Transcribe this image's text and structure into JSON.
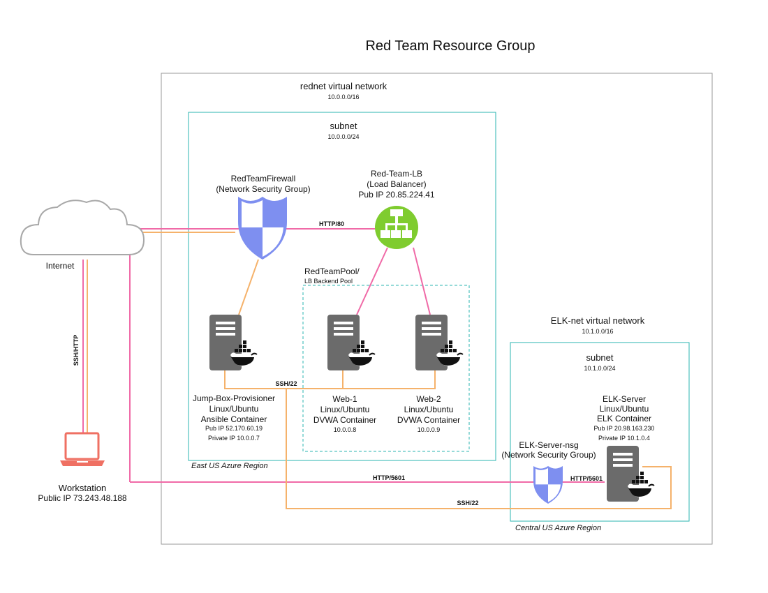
{
  "title": "Red Team Resource Group",
  "colors": {
    "http": "#f06aa7",
    "ssh": "#f5b26b",
    "subnet_border": "#2bb5b0",
    "shield": "#7e8ff0",
    "lb": "#7fcc2f",
    "server": "#6b6b6b",
    "laptop": "#ef7063",
    "cloud_stroke": "#a8a8a8"
  },
  "internet": {
    "label": "Internet",
    "icon": "cloud-icon"
  },
  "workstation": {
    "name": "Workstation",
    "ip": "Public IP 73.243.48.188",
    "icon": "laptop-icon"
  },
  "rednet": {
    "name": "rednet virtual network",
    "cidr": "10.0.0.0/16",
    "subnet": {
      "name": "subnet",
      "cidr": "10.0.0.0/24"
    },
    "region": "East US Azure Region"
  },
  "firewall": {
    "name": "RedTeamFirewall",
    "desc": "(Network Security Group)",
    "icon": "shield-icon"
  },
  "lb": {
    "name": "Red-Team-LB",
    "desc": "(Load Balancer)",
    "ip": "Pub IP 20.85.224.41",
    "icon": "load-balancer-icon"
  },
  "pool": {
    "name": "RedTeamPool/",
    "desc": "LB Backend Pool"
  },
  "jumpbox": {
    "name": "Jump-Box-Provisioner",
    "os": "Linux/Ubuntu",
    "container": "Ansible Container",
    "pub_ip": "Pub IP 52.170.60.19",
    "priv_ip": "Private IP 10.0.0.7",
    "icon": "server-docker-icon"
  },
  "web1": {
    "name": "Web-1",
    "os": "Linux/Ubuntu",
    "container": "DVWA Container",
    "ip": "10.0.0.8",
    "icon": "server-docker-icon"
  },
  "web2": {
    "name": "Web-2",
    "os": "Linux/Ubuntu",
    "container": "DVWA Container",
    "ip": "10.0.0.9",
    "icon": "server-docker-icon"
  },
  "elknet": {
    "name": "ELK-net virtual network",
    "cidr": "10.1.0.0/16",
    "subnet": {
      "name": "subnet",
      "cidr": "10.1.0.0/24"
    },
    "region": "Central US Azure Region"
  },
  "elk_server": {
    "name": "ELK-Server",
    "os": "Linux/Ubuntu",
    "container": "ELK Container",
    "pub_ip": "Pub IP 20.98.163.230",
    "priv_ip": "Private IP 10.1.0.4",
    "icon": "server-docker-icon"
  },
  "elk_nsg": {
    "name": "ELK-Server-nsg",
    "desc": "(Network Security Group)",
    "icon": "shield-icon"
  },
  "connections": {
    "ssh_http": "SSH/HTTP",
    "http80": "HTTP/80",
    "ssh22_inner": "SSH/22",
    "http5601_outer": "HTTP/5601",
    "http5601_inner": "HTTP/5601",
    "ssh22_outer": "SSH/22"
  }
}
